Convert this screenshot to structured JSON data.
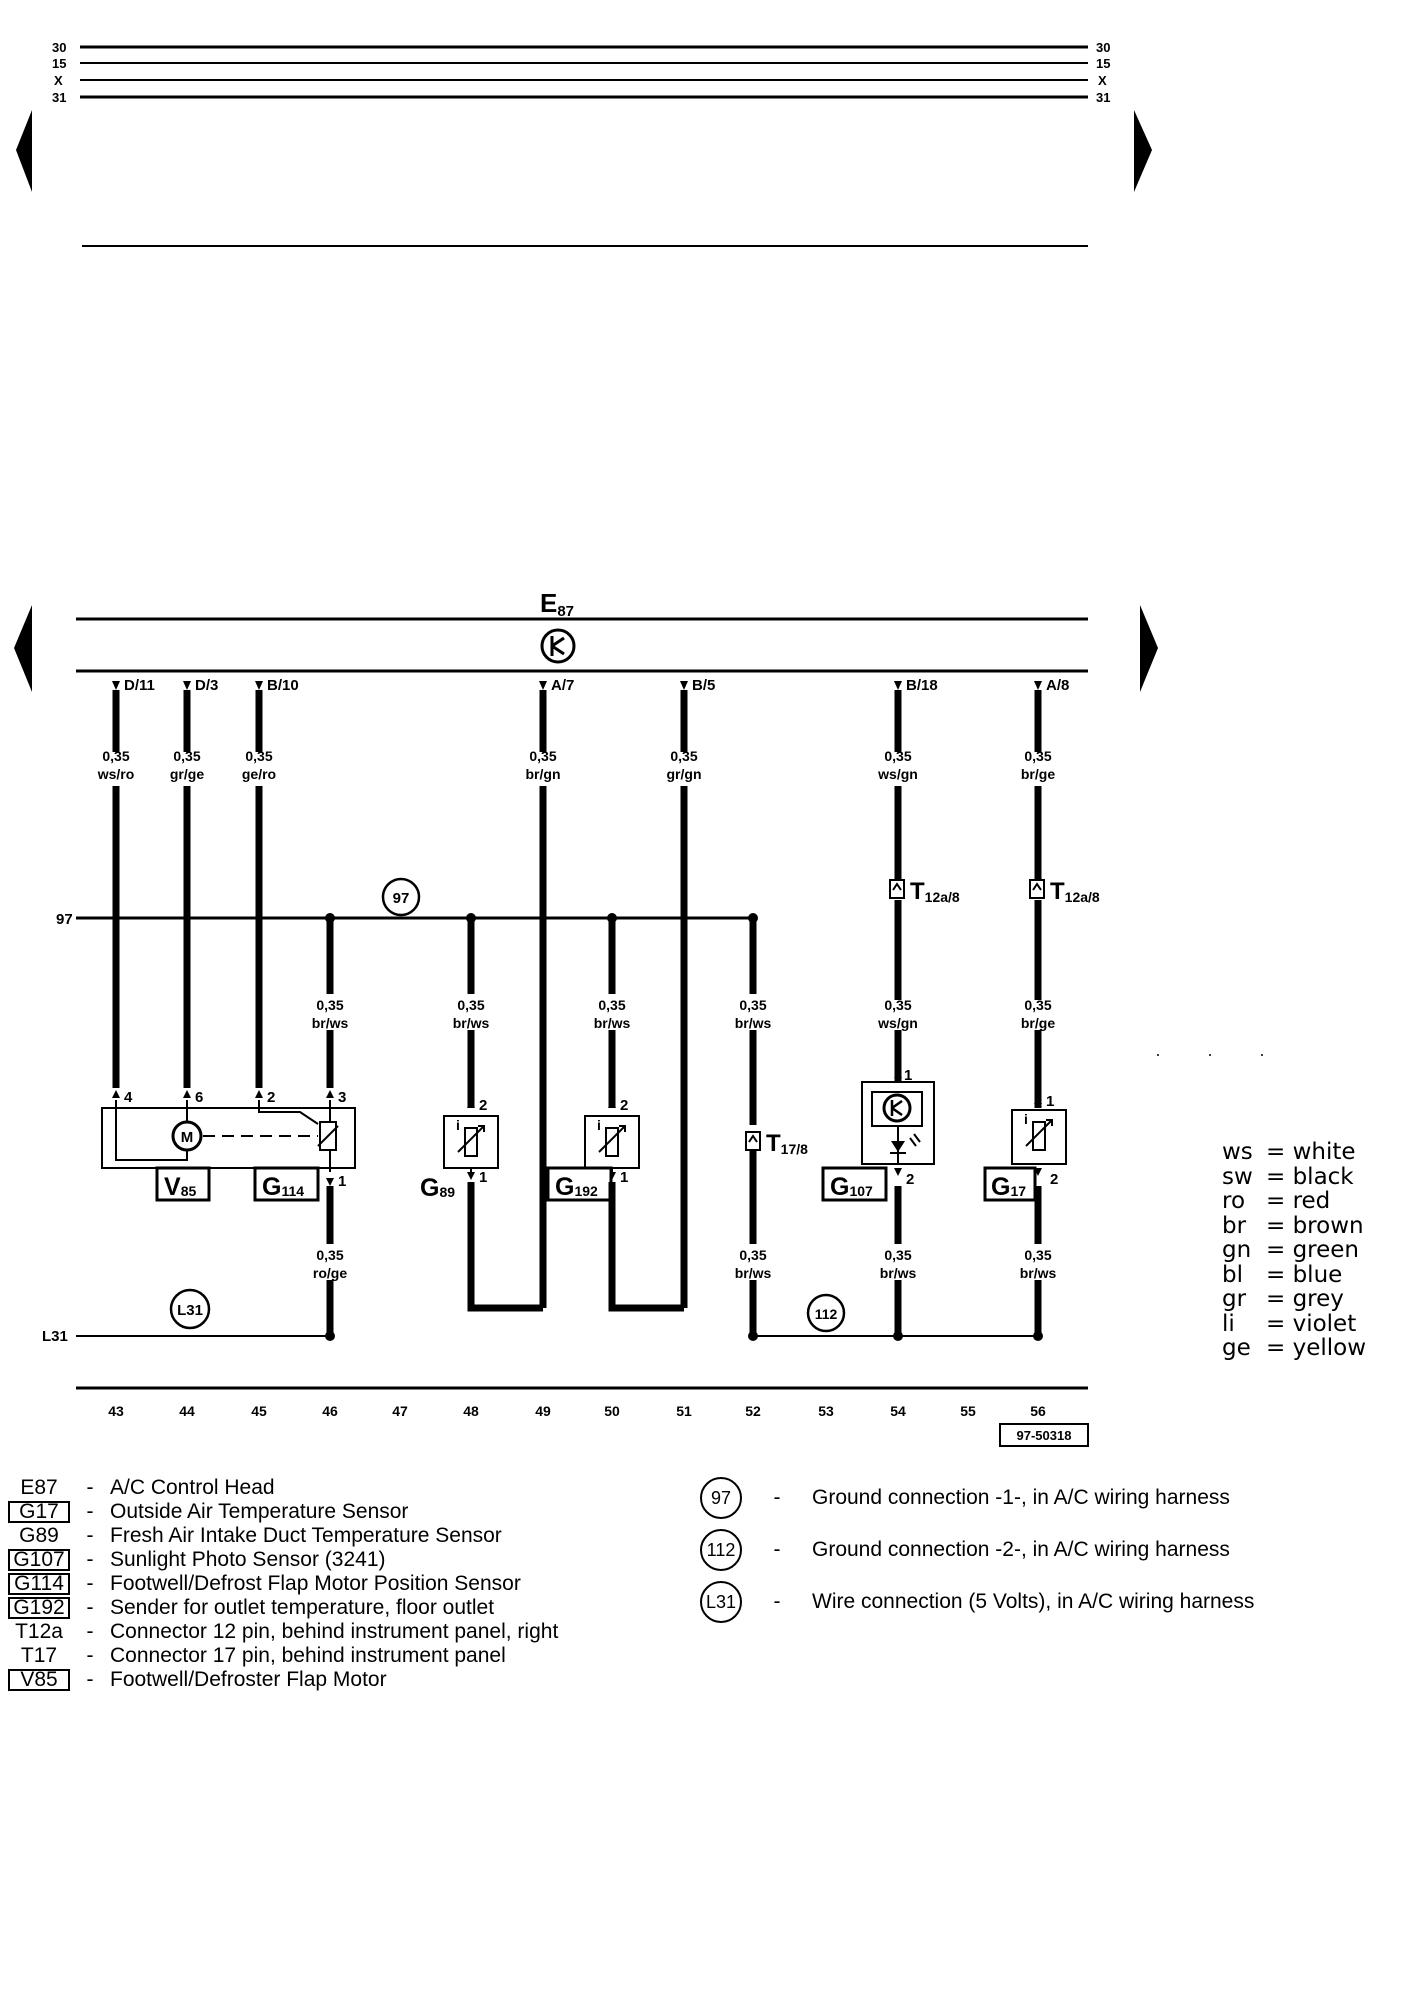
{
  "top_rail": {
    "labels": [
      "30",
      "15",
      "X",
      "31"
    ]
  },
  "control_head": {
    "code": "E",
    "sub": "87"
  },
  "wires": [
    {
      "pin": "D/11",
      "gauge": "0,35",
      "color": "ws/ro"
    },
    {
      "pin": "D/3",
      "gauge": "0,35",
      "color": "gr/ge"
    },
    {
      "pin": "B/10",
      "gauge": "0,35",
      "color": "ge/ro"
    },
    {
      "pin": "A/7",
      "gauge": "0,35",
      "color": "br/gn"
    },
    {
      "pin": "B/5",
      "gauge": "0,35",
      "color": "gr/gn"
    },
    {
      "pin": "B/18",
      "gauge": "0,35",
      "color": "ws/gn"
    },
    {
      "pin": "A/8",
      "gauge": "0,35",
      "color": "br/ge"
    }
  ],
  "connectors": {
    "t12a_8_left": {
      "main": "T",
      "sub": "12a/8"
    },
    "t12a_8_right": {
      "main": "T",
      "sub": "12a/8"
    },
    "t17_8": {
      "main": "T",
      "sub": "17/8"
    }
  },
  "ground_bus": {
    "left_label": "97",
    "circle": "97"
  },
  "mid_wires": [
    {
      "gauge": "0,35",
      "color": "br/ws"
    },
    {
      "gauge": "0,35",
      "color": "br/ws"
    },
    {
      "gauge": "0,35",
      "color": "br/ws"
    },
    {
      "gauge": "0,35",
      "color": "br/ws"
    },
    {
      "gauge": "0,35",
      "color": "ws/gn"
    },
    {
      "gauge": "0,35",
      "color": "br/ge"
    }
  ],
  "lower_wires": [
    {
      "gauge": "0,35",
      "color": "ro/ge"
    },
    {
      "gauge": "0,35",
      "color": "br/ws"
    },
    {
      "gauge": "0,35",
      "color": "br/ws"
    },
    {
      "gauge": "0,35",
      "color": "br/ws"
    }
  ],
  "components": {
    "v85": {
      "main": "V",
      "sub": "85"
    },
    "g114": {
      "main": "G",
      "sub": "114"
    },
    "g89": {
      "main": "G",
      "sub": "89"
    },
    "g192": {
      "main": "G",
      "sub": "192"
    },
    "g107": {
      "main": "G",
      "sub": "107"
    },
    "g17": {
      "main": "G",
      "sub": "17"
    },
    "motor": "M"
  },
  "pins": {
    "p4": "4",
    "p6": "6",
    "p2a": "2",
    "p3": "3",
    "p1a": "1",
    "p2b": "2",
    "p1b": "1",
    "p2c": "2",
    "p1c": "1",
    "p1d": "1",
    "p2d": "2",
    "p1e": "1",
    "p2e": "2"
  },
  "wire_connection": {
    "left_label": "L31",
    "circle": "L31",
    "ground2": "112"
  },
  "track_numbers": [
    "43",
    "44",
    "45",
    "46",
    "47",
    "48",
    "49",
    "50",
    "51",
    "52",
    "53",
    "54",
    "55",
    "56"
  ],
  "drawing_id": "97-50318",
  "color_key": [
    {
      "ab": "ws",
      "name": "= white"
    },
    {
      "ab": "sw",
      "name": "= black"
    },
    {
      "ab": "ro",
      "name": "= red"
    },
    {
      "ab": "br",
      "name": "= brown"
    },
    {
      "ab": "gn",
      "name": "= green"
    },
    {
      "ab": "bl",
      "name": "= blue"
    },
    {
      "ab": "gr",
      "name": "= grey"
    },
    {
      "ab": "li",
      "name": "= violet"
    },
    {
      "ab": "ge",
      "name": "= yellow"
    }
  ],
  "legend": [
    {
      "code": "E87",
      "boxed": false,
      "dash": "-",
      "text": "A/C Control Head"
    },
    {
      "code": "G17",
      "boxed": true,
      "dash": "-",
      "text": "Outside Air Temperature Sensor"
    },
    {
      "code": "G89",
      "boxed": false,
      "dash": "-",
      "text": "Fresh Air Intake Duct Temperature Sensor"
    },
    {
      "code": "G107",
      "boxed": true,
      "dash": "-",
      "text": "Sunlight Photo Sensor (3241)"
    },
    {
      "code": "G114",
      "boxed": true,
      "dash": "-",
      "text": "Footwell/Defrost Flap Motor Position Sensor"
    },
    {
      "code": "G192",
      "boxed": true,
      "dash": "-",
      "text": "Sender for outlet temperature, floor outlet"
    },
    {
      "code": "T12a",
      "boxed": false,
      "dash": "-",
      "text": "Connector 12 pin, behind instrument panel, right"
    },
    {
      "code": "T17",
      "boxed": false,
      "dash": "-",
      "text": "Connector 17 pin, behind instrument panel"
    },
    {
      "code": "V85",
      "boxed": true,
      "dash": "-",
      "text": "Footwell/Defroster Flap Motor"
    }
  ],
  "ground_legend": [
    {
      "circle": "97",
      "dash": "-",
      "text": "Ground connection -1-, in A/C wiring harness"
    },
    {
      "circle": "112",
      "dash": "-",
      "text": "Ground connection -2-, in A/C wiring harness"
    },
    {
      "circle": "L31",
      "dash": "-",
      "text": "Wire connection (5 Volts), in A/C wiring harness"
    }
  ]
}
